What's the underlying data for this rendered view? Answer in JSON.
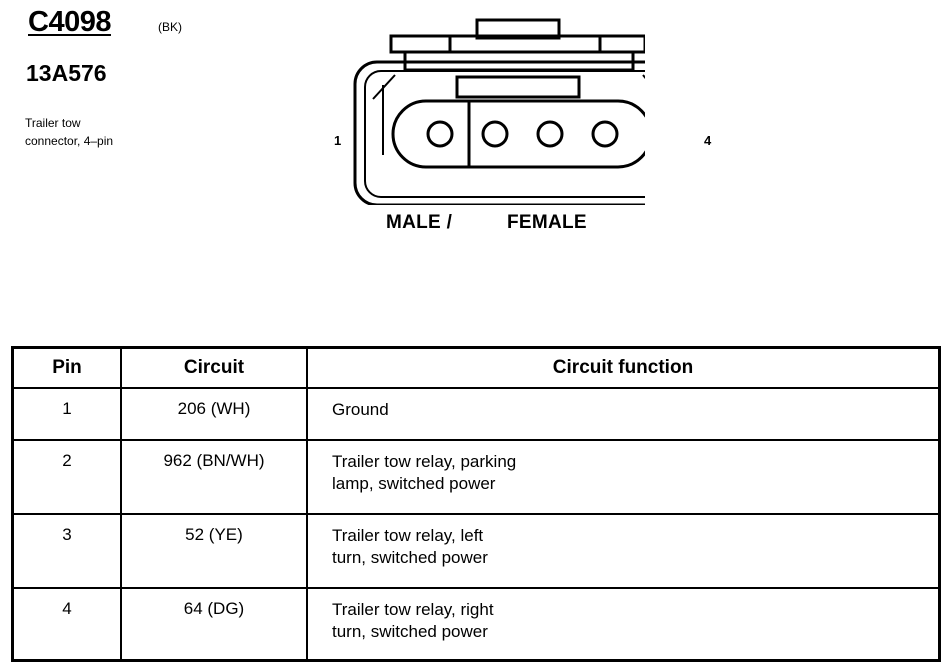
{
  "connector": {
    "code": "C4098",
    "color": "(BK)",
    "part_number": "13A576",
    "description_line1": "Trailer tow",
    "description_line2": "connector, 4–pin"
  },
  "diagram": {
    "pin_left": "1",
    "pin_right": "4",
    "label_male": "MALE /",
    "label_female": "FEMALE"
  },
  "table": {
    "headers": [
      "Pin",
      "Circuit",
      "Circuit function"
    ],
    "rows": [
      {
        "pin": "1",
        "circuit": "206 (WH)",
        "function_line1": "Ground",
        "function_line2": ""
      },
      {
        "pin": "2",
        "circuit": "962 (BN/WH)",
        "function_line1": "Trailer tow relay, parking",
        "function_line2": "lamp, switched power"
      },
      {
        "pin": "3",
        "circuit": "52 (YE)",
        "function_line1": "Trailer tow relay, left",
        "function_line2": "turn, switched power"
      },
      {
        "pin": "4",
        "circuit": "64 (DG)",
        "function_line1": "Trailer tow relay, right",
        "function_line2": "turn, switched power"
      }
    ]
  }
}
